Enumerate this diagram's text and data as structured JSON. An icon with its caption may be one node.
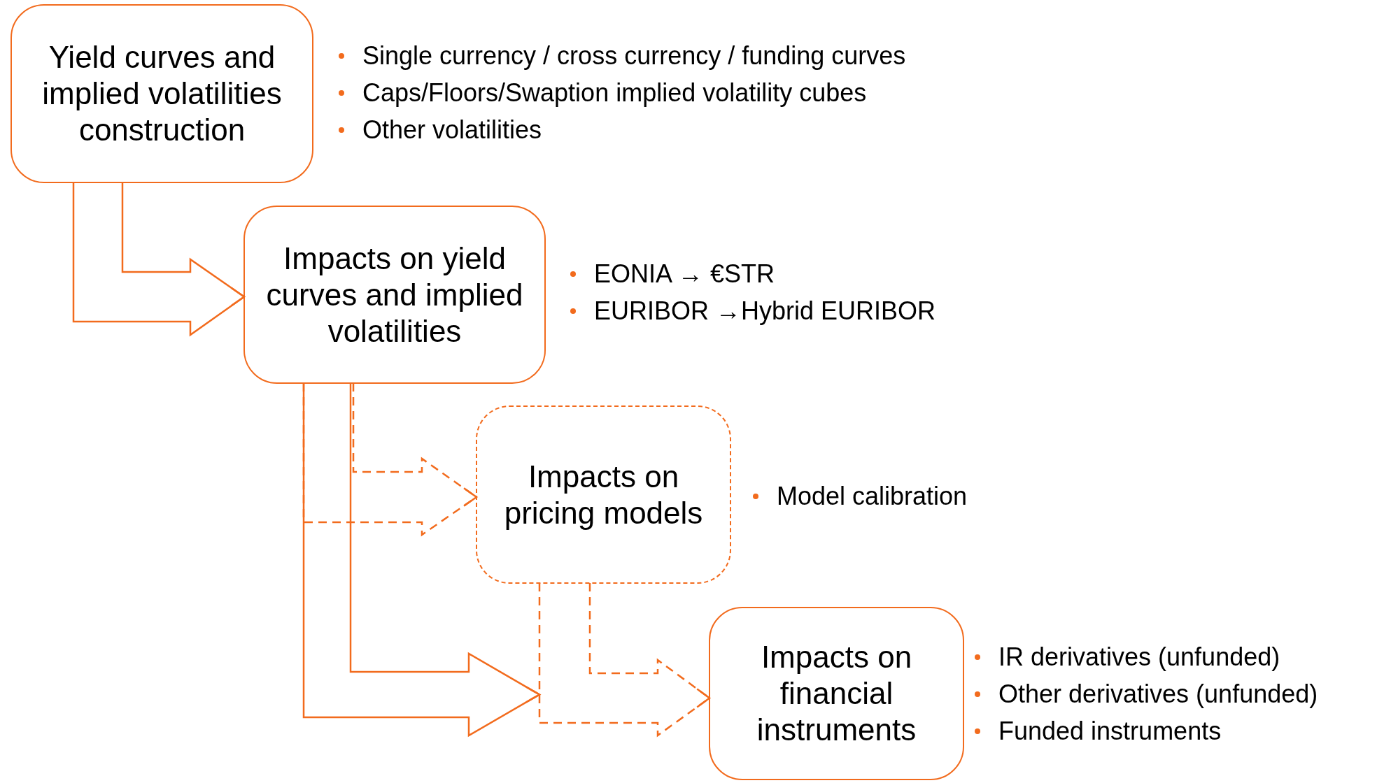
{
  "diagram": {
    "nodes": [
      {
        "text": [
          "Yield curves and implied volatilities construction"
        ],
        "beside": [
          "Single currency / cross currency / funding curves",
          "Caps/Floors/Swaption implied volatility cubes",
          "Other volatilities"
        ]
      },
      {
        "text": [
          "Impacts on yield curves and implied volatilities"
        ],
        "beside": [
          "EONIA → €STR",
          "EURIBOR →Hybrid EURIBOR"
        ]
      },
      {
        "text": [
          "Impacts on pricing models"
        ],
        "beside": [
          "Model calibration"
        ]
      },
      {
        "text": [
          "Impacts on financial instruments"
        ],
        "beside": [
          "IR derivatives (unfunded)",
          "Other derivatives (unfunded)",
          "Funded instruments"
        ]
      }
    ],
    "edges": [
      {
        "from": 0,
        "to": 1,
        "arrow": "to"
      },
      {
        "from": 1,
        "to": 2,
        "arrow": "to",
        "style": "dashed"
      },
      {
        "from": 1,
        "to": null,
        "arrow": "to"
      },
      {
        "from": 2,
        "to": 3,
        "arrow": "to",
        "style": "dashed"
      }
    ]
  }
}
